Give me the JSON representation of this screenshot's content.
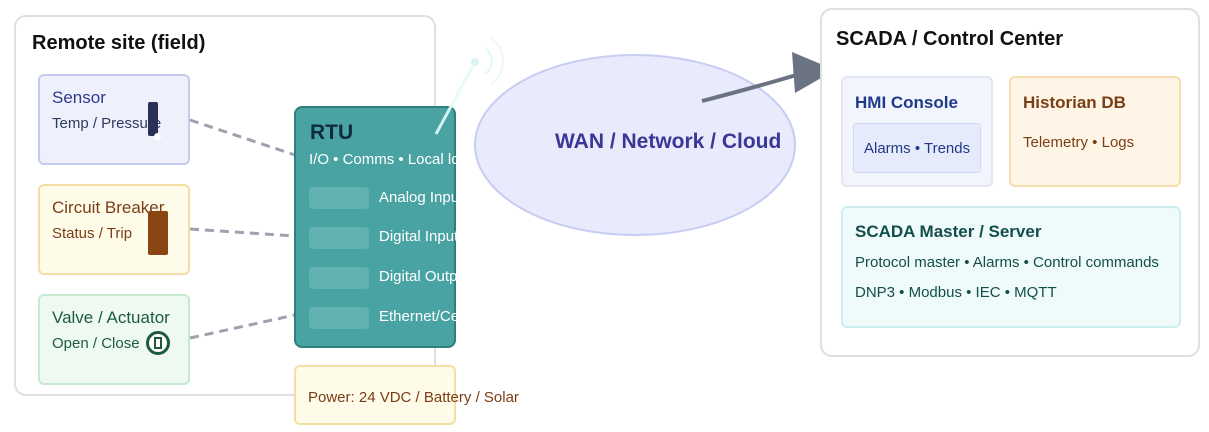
{
  "remote_site": {
    "title": "Remote site (field)",
    "devices": [
      {
        "name": "Sensor",
        "detail": "Temp / Pressure",
        "icon": "probe-icon"
      },
      {
        "name": "Circuit Breaker",
        "detail": "Status / Trip",
        "icon": "breaker-icon"
      },
      {
        "name": "Valve / Actuator",
        "detail": "Open / Close",
        "icon": "valve-icon"
      }
    ]
  },
  "rtu": {
    "title": "RTU",
    "subtitle": "I/O • Comms • Local logic",
    "io": [
      "Analog Inputs",
      "Digital Inputs",
      "Digital Outputs",
      "Ethernet/Cellular"
    ],
    "power": "Power: 24 VDC / Battery / Solar",
    "icon": "antenna-icon"
  },
  "network": {
    "label": "WAN / Network / Cloud"
  },
  "scada": {
    "title": "SCADA / Control Center",
    "hmi": {
      "title": "HMI Console",
      "detail": "Alarms • Trends"
    },
    "historian": {
      "title": "Historian DB",
      "detail": "Telemetry • Logs"
    },
    "master": {
      "title": "SCADA Master / Server",
      "line1": "Protocol master • Alarms • Control commands",
      "line2": "DNP3 • Modbus • IEC • MQTT"
    }
  },
  "colors": {
    "sensor_fill": "#eef0fc",
    "sensor_border": "#c5caf0",
    "sensor_text": "#2f3a8f",
    "breaker_fill": "#fffbe9",
    "breaker_border": "#f3dea3",
    "breaker_text": "#7a3e16",
    "valve_fill": "#eefaf1",
    "valve_border": "#c4ebd0",
    "valve_text": "#1e5a3c",
    "rtu_fill": "#4aa3a3",
    "rtu_border": "#2f7f7f",
    "cloud_fill": "#e9ebfd",
    "cloud_border": "#c7ccf2",
    "cloud_text": "#3a3796",
    "arrow": "#6b7281"
  }
}
